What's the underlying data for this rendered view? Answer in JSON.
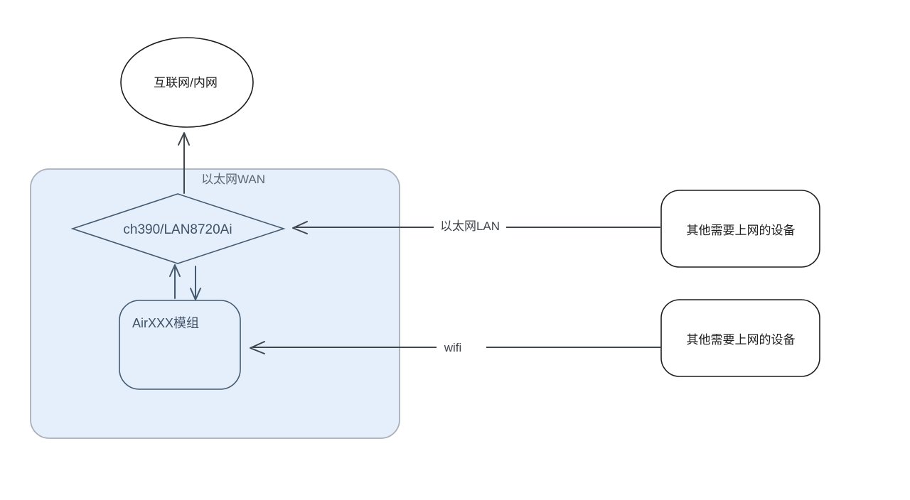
{
  "diagram": {
    "type": "network-topology-sketch",
    "nodes": {
      "internet": {
        "label": "互联网/内网",
        "shape": "ellipse"
      },
      "router_group": {
        "label": "以太网WAN",
        "shape": "container"
      },
      "eth_phy": {
        "label": "ch390/LAN8720Ai",
        "shape": "diamond"
      },
      "air_module": {
        "label": "AirXXX模组",
        "shape": "rounded-rect"
      },
      "lan_device": {
        "label": "其他需要上网的设备",
        "shape": "rounded-rect"
      },
      "wifi_device": {
        "label": "其他需要上网的设备",
        "shape": "rounded-rect"
      }
    },
    "edges": {
      "wan_uplink": {
        "from": "eth_phy",
        "to": "internet",
        "label": ""
      },
      "phy_to_module": {
        "from": "eth_phy",
        "to": "air_module",
        "label": ""
      },
      "module_to_phy": {
        "from": "air_module",
        "to": "eth_phy",
        "label": ""
      },
      "lan_link": {
        "from": "lan_device",
        "to": "eth_phy",
        "label": "以太网LAN"
      },
      "wifi_link": {
        "from": "wifi_device",
        "to": "air_module",
        "label": "wifi"
      }
    },
    "colors": {
      "container_fill": "#e4effb",
      "container_stroke": "#a9b0ba",
      "inner_stroke": "#455a70",
      "inner_text": "#3f5166",
      "outer_stroke": "#1e1e1e",
      "connector_stroke": "#40464d",
      "group_label": "#5f6673"
    }
  }
}
